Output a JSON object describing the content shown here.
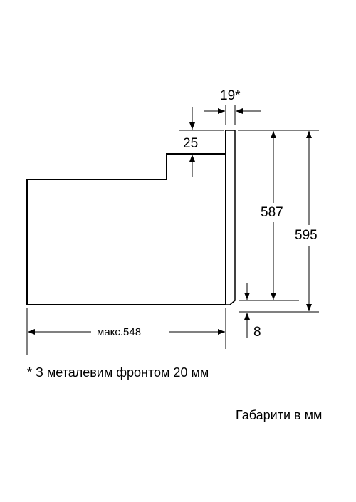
{
  "diagram": {
    "dimensions": {
      "front_thickness": "19*",
      "step_height": "25",
      "inner_height": "587",
      "total_height": "595",
      "bottom_offset": "8",
      "max_depth": "макс.548"
    },
    "footnote": "* З металевим фронтом 20 мм",
    "units_note": "Габарити в мм",
    "colors": {
      "line": "#000000",
      "background": "#ffffff"
    }
  }
}
